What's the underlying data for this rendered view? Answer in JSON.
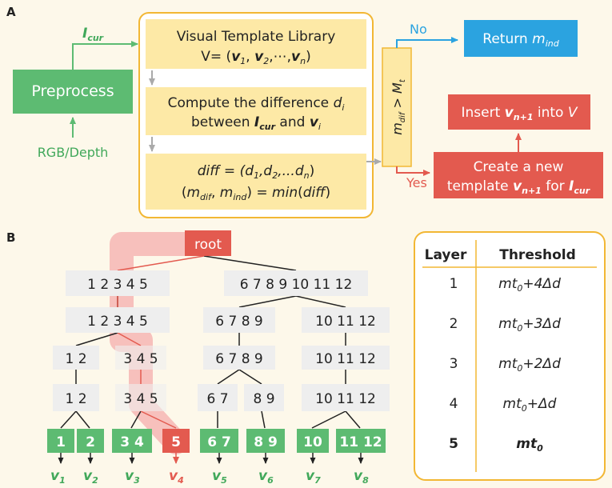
{
  "panel_a": {
    "label": "A",
    "preprocess": "Preprocess",
    "input_cur": {
      "base": "I",
      "sub": "cur"
    },
    "input_rgb": "RGB/Depth",
    "library_title": "Visual Template Library",
    "library_v": "V= (v1, v2,⋯,vn)",
    "compute_line1": "Compute the difference di",
    "compute_line2": "between Icur and vi",
    "diff_line1": "diff = (d1,d2,...dn)",
    "diff_line2": "(mdif, mind) = min(diff)",
    "condition": "mdif > Mt",
    "no_label": "No",
    "yes_label": "Yes",
    "return_box": "Return mind",
    "insert_box": "Insert vn+1 into V",
    "create_line1": "Create a new",
    "create_line2": "template vn+1 for Icur"
  },
  "panel_b": {
    "label": "B",
    "root": "root",
    "nodes": {
      "l1_left": "1 2 3 4 5",
      "l1_right": "6 7 8 9 10 11 12",
      "l2_left": "1 2 3 4 5",
      "l2_mid": "6 7 8 9",
      "l2_right": "10 11 12",
      "l3_a": "1 2",
      "l3_b": "3 4 5",
      "l3_c": "6 7 8 9",
      "l3_d": "10 11 12",
      "l4_a": "1 2",
      "l4_b": "3 4 5",
      "l4_c": "6 7",
      "l4_d": "8 9",
      "l4_e": "10 11 12"
    },
    "leaves": [
      "1",
      "2",
      "3 4",
      "5",
      "6 7",
      "8 9",
      "10",
      "11 12"
    ],
    "outputs": [
      "v1",
      "v2",
      "v3",
      "v4",
      "v5",
      "v6",
      "v7",
      "v8"
    ],
    "table": {
      "headers": [
        "Layer",
        "Threshold"
      ],
      "rows": [
        {
          "layer": "1",
          "threshold": "mt0+4Δd"
        },
        {
          "layer": "2",
          "threshold": "mt0+3Δd"
        },
        {
          "layer": "3",
          "threshold": "mt0+2Δd"
        },
        {
          "layer": "4",
          "threshold": "mt0+Δd"
        },
        {
          "layer": "5",
          "threshold": "mt0"
        }
      ]
    }
  },
  "colors": {
    "green": "#5dbb72",
    "yellow": "#fde9a6",
    "orange_border": "#f2b734",
    "red": "#e35a4f",
    "blue": "#2ba3e0",
    "grey_node": "#eeeeee",
    "green_text": "#41a85a",
    "highlight": "#f4a8a8"
  }
}
